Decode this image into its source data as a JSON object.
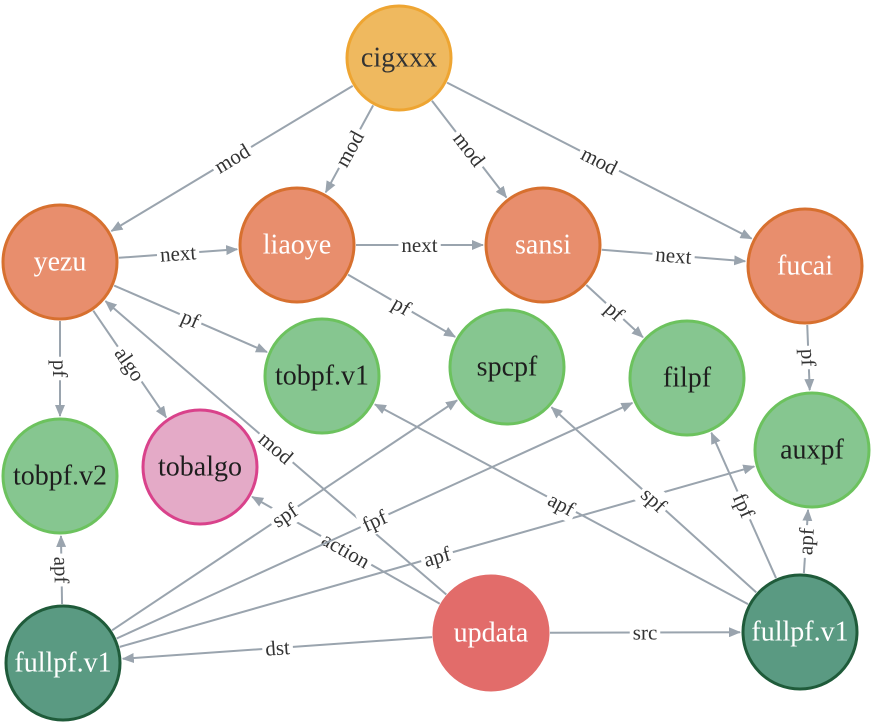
{
  "colors": {
    "edge": "#9aa4ae",
    "edge_label": "#333333",
    "root_fill": "#efb95f",
    "root_stroke": "#eea532",
    "orange_fill": "#e88e6d",
    "orange_stroke": "#d7702f",
    "green_fill": "#86c690",
    "green_stroke": "#6cc25e",
    "pink_fill": "#e4aac7",
    "pink_stroke": "#d9428b",
    "dark_fill": "#5a9a82",
    "dark_stroke": "#1f5b3a",
    "red_fill": "#e26c6a",
    "red_stroke": "#e26c6a"
  },
  "nodes": [
    {
      "id": "cigxxx",
      "label": "cigxxx",
      "style": "root"
    },
    {
      "id": "yezu",
      "label": "yezu",
      "style": "orange"
    },
    {
      "id": "liaoye",
      "label": "liaoye",
      "style": "orange"
    },
    {
      "id": "sansi",
      "label": "sansi",
      "style": "orange"
    },
    {
      "id": "fucai",
      "label": "fucai",
      "style": "orange"
    },
    {
      "id": "tobpf_v1",
      "label": "tobpf.v1",
      "style": "green"
    },
    {
      "id": "spcpf",
      "label": "spcpf",
      "style": "green"
    },
    {
      "id": "filpf",
      "label": "filpf",
      "style": "green"
    },
    {
      "id": "auxpf",
      "label": "auxpf",
      "style": "green"
    },
    {
      "id": "tobpf_v2",
      "label": "tobpf.v2",
      "style": "green"
    },
    {
      "id": "tobalgo",
      "label": "tobalgo",
      "style": "pink"
    },
    {
      "id": "fullpf_left",
      "label": "fullpf.v1",
      "style": "dark"
    },
    {
      "id": "updata",
      "label": "updata",
      "style": "red"
    },
    {
      "id": "fullpf_right",
      "label": "fullpf.v1",
      "style": "dark"
    }
  ],
  "edges": [
    {
      "from": "cigxxx",
      "to": "yezu",
      "label": "mod"
    },
    {
      "from": "cigxxx",
      "to": "liaoye",
      "label": "mod"
    },
    {
      "from": "cigxxx",
      "to": "sansi",
      "label": "mod"
    },
    {
      "from": "cigxxx",
      "to": "fucai",
      "label": "mod"
    },
    {
      "from": "yezu",
      "to": "liaoye",
      "label": "next"
    },
    {
      "from": "liaoye",
      "to": "sansi",
      "label": "next"
    },
    {
      "from": "sansi",
      "to": "fucai",
      "label": "next"
    },
    {
      "from": "yezu",
      "to": "tobpf_v1",
      "label": "pf"
    },
    {
      "from": "liaoye",
      "to": "spcpf",
      "label": "pf"
    },
    {
      "from": "sansi",
      "to": "filpf",
      "label": "pf"
    },
    {
      "from": "fucai",
      "to": "auxpf",
      "label": "pf"
    },
    {
      "from": "yezu",
      "to": "tobpf_v2",
      "label": "pf"
    },
    {
      "from": "yezu",
      "to": "tobalgo",
      "label": "algo"
    },
    {
      "from": "updata",
      "to": "yezu",
      "label": "mod"
    },
    {
      "from": "updata",
      "to": "tobalgo",
      "label": "action"
    },
    {
      "from": "updata",
      "to": "fullpf_left",
      "label": "dst"
    },
    {
      "from": "updata",
      "to": "fullpf_right",
      "label": "src"
    },
    {
      "from": "fullpf_left",
      "to": "tobpf_v2",
      "label": "apf"
    },
    {
      "from": "fullpf_left",
      "to": "spcpf",
      "label": "spf"
    },
    {
      "from": "fullpf_left",
      "to": "filpf",
      "label": "fpf"
    },
    {
      "from": "fullpf_left",
      "to": "auxpf",
      "label": "apf"
    },
    {
      "from": "fullpf_right",
      "to": "tobpf_v1",
      "label": "apf"
    },
    {
      "from": "fullpf_right",
      "to": "spcpf",
      "label": "spf"
    },
    {
      "from": "fullpf_right",
      "to": "filpf",
      "label": "fpf"
    },
    {
      "from": "fullpf_right",
      "to": "auxpf",
      "label": "apf"
    }
  ]
}
